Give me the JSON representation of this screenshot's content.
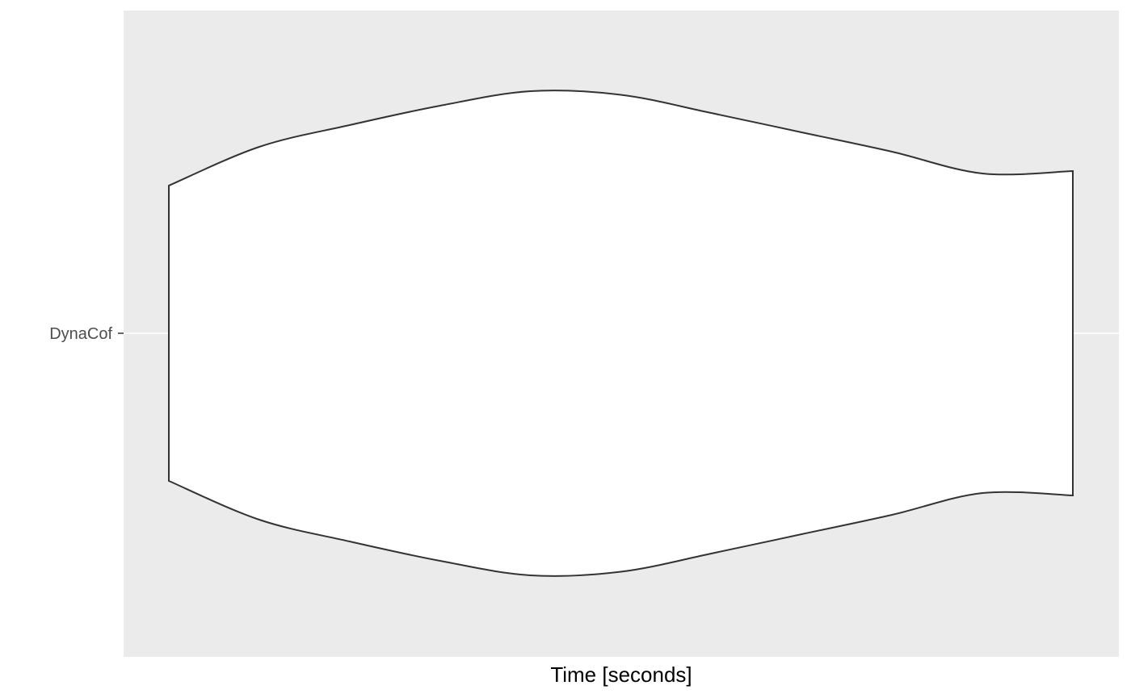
{
  "chart_data": {
    "type": "violin",
    "orientation": "horizontal",
    "title": "",
    "xlabel": "Time [seconds]",
    "ylabel": "",
    "categories": [
      "DynaCof"
    ],
    "series": [
      {
        "category": "DynaCof",
        "density_profile": [
          {
            "t": 0.0,
            "d": 0.61
          },
          {
            "t": 0.1,
            "d": 0.77
          },
          {
            "t": 0.2,
            "d": 0.86
          },
          {
            "t": 0.3,
            "d": 0.94
          },
          {
            "t": 0.4,
            "d": 1.0
          },
          {
            "t": 0.5,
            "d": 0.985
          },
          {
            "t": 0.6,
            "d": 0.91
          },
          {
            "t": 0.7,
            "d": 0.83
          },
          {
            "t": 0.8,
            "d": 0.75
          },
          {
            "t": 0.9,
            "d": 0.66
          },
          {
            "t": 1.0,
            "d": 0.67
          }
        ]
      }
    ],
    "x_ticks_labeled": false,
    "grid": true,
    "legend": "none",
    "colors": {
      "panel_background": "#ebebeb",
      "grid": "#ffffff",
      "violin_fill": "#ffffff",
      "violin_outline": "#333333",
      "tick_label": "#4d4d4d",
      "axis_title": "#000000"
    }
  }
}
